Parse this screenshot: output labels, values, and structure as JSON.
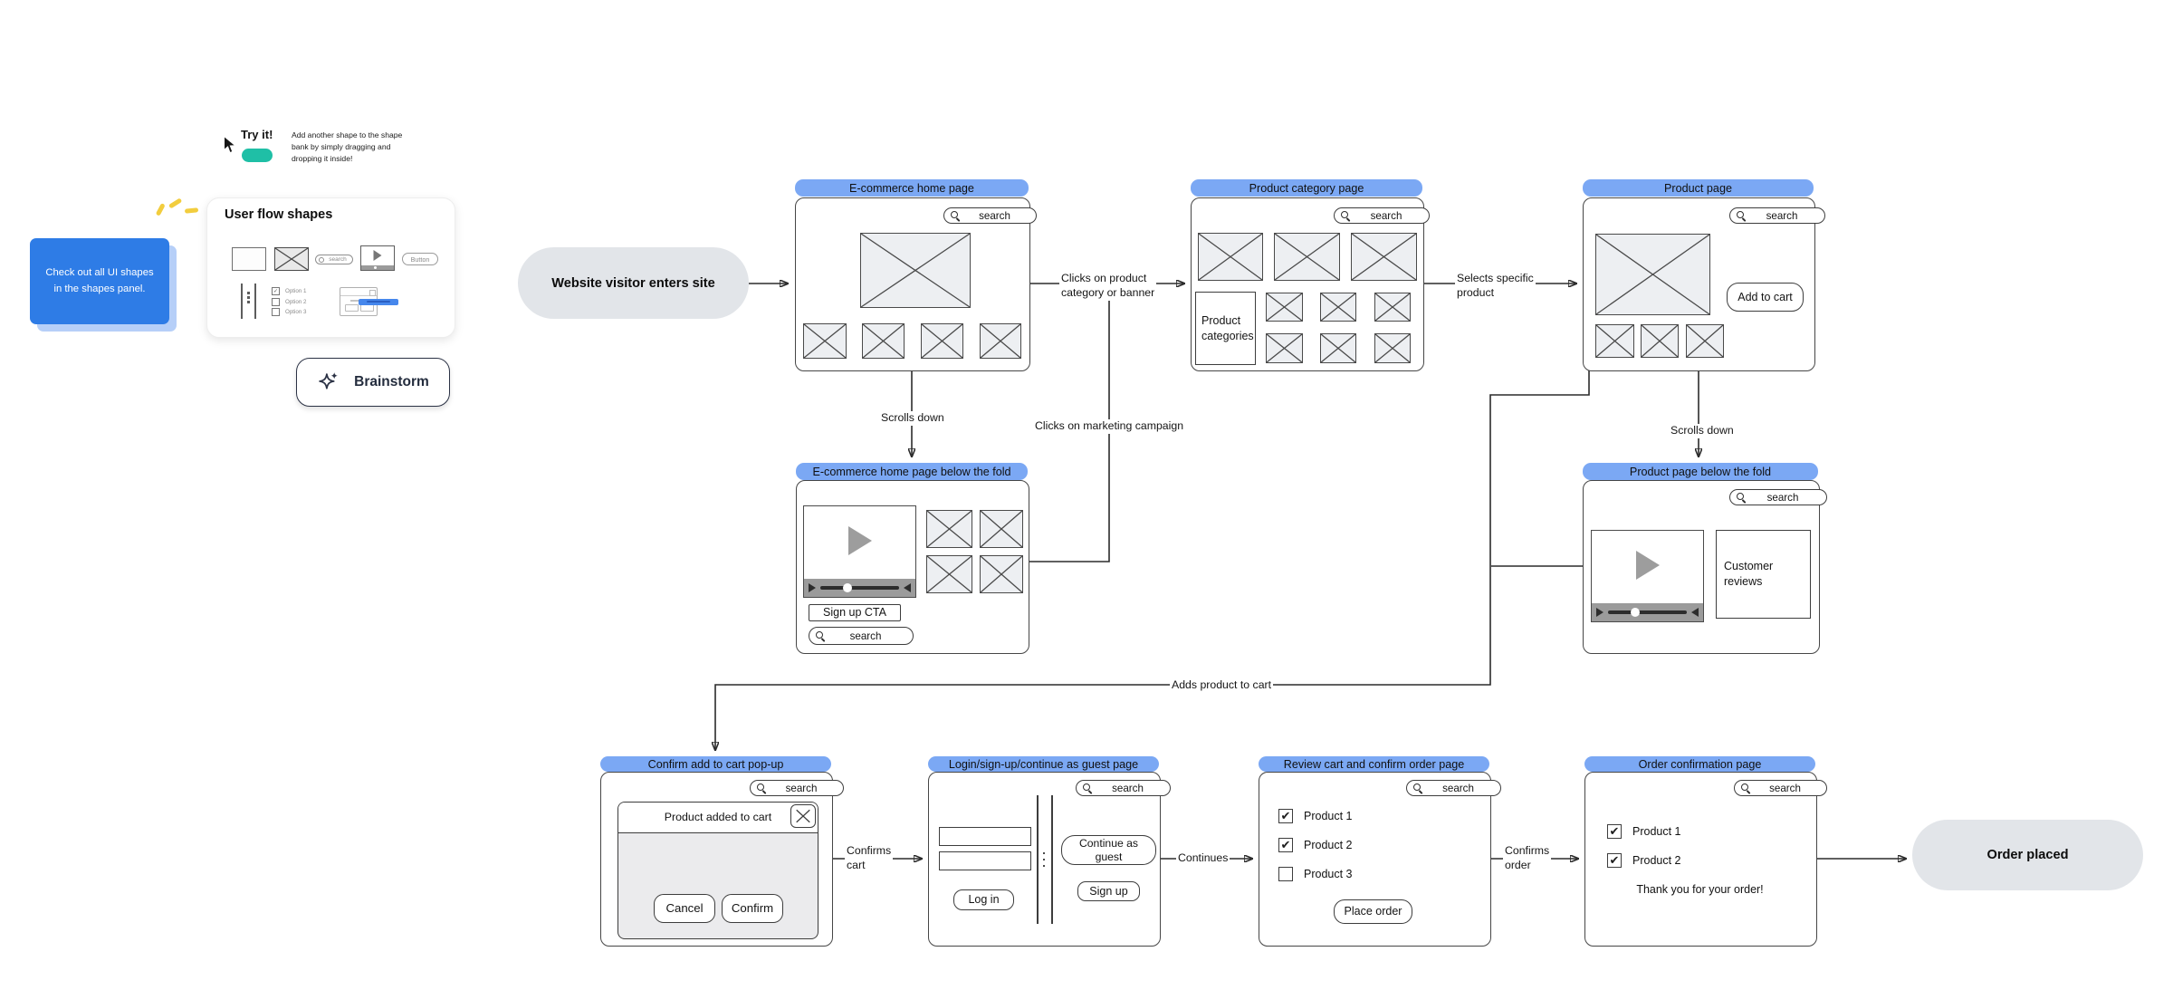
{
  "colors": {
    "header_blue": "#7BA8F4",
    "node_fill": "#E2E5E9",
    "promo_blue": "#2E7CE6",
    "promo_shadow": "#B6CFF8",
    "teal": "#1FBFA6",
    "yellow": "#F2CD3E",
    "link_blue": "#4687EC",
    "ink": "#2b2b2b"
  },
  "onboarding": {
    "try_it": "Try it!",
    "tip": "Add another shape to the shape\nbank by simply dragging and\ndropping it inside!",
    "promo": "Check out all UI shapes\nin the shapes panel.",
    "panel_title": "User flow shapes",
    "thumb_search": "search",
    "thumb_button": "Button",
    "options": [
      {
        "label": "Option 1",
        "checked": true
      },
      {
        "label": "Option 2",
        "checked": false
      },
      {
        "label": "Option 3",
        "checked": false
      }
    ],
    "brainstorm": "Brainstorm"
  },
  "icons": {
    "check": "✔",
    "check_small": "✓"
  },
  "flow": {
    "start": "Website visitor enters site",
    "end": "Order placed",
    "search": "search",
    "home": {
      "title": "E-commerce home page"
    },
    "category": {
      "title": "Product category page",
      "categories": "Product categories"
    },
    "product": {
      "title": "Product page",
      "add_to_cart": "Add to cart"
    },
    "home_below": {
      "title": "E-commerce home page below the fold",
      "cta": "Sign up CTA"
    },
    "product_below": {
      "title": "Product page below the fold",
      "reviews": "Customer reviews"
    },
    "popup": {
      "title": "Confirm add to cart pop-up",
      "modal_title": "Product added to cart",
      "cancel": "Cancel",
      "confirm": "Confirm"
    },
    "login": {
      "title": "Login/sign-up/continue as guest page",
      "log_in": "Log in",
      "guest": "Continue as guest",
      "sign_up": "Sign up"
    },
    "review": {
      "title": "Review cart and confirm order page",
      "products": [
        {
          "label": "Product 1",
          "checked": true
        },
        {
          "label": "Product 2",
          "checked": true
        },
        {
          "label": "Product 3",
          "checked": false
        }
      ],
      "place_order": "Place order"
    },
    "confirmation": {
      "title": "Order confirmation page",
      "products": [
        {
          "label": "Product 1",
          "checked": true
        },
        {
          "label": "Product 2",
          "checked": true
        }
      ],
      "thanks": "Thank you for your order!"
    }
  },
  "edges": {
    "clicks_category": "Clicks on product\ncategory or banner",
    "clicks_marketing": "Clicks on marketing campaign",
    "selects_product": "Selects specific\nproduct",
    "scrolls_down_home": "Scrolls down",
    "scrolls_down_product": "Scrolls down",
    "adds_to_cart": "Adds product to cart",
    "confirms_cart": "Confirms\ncart",
    "continues": "Continues",
    "confirms_order": "Confirms\norder"
  }
}
